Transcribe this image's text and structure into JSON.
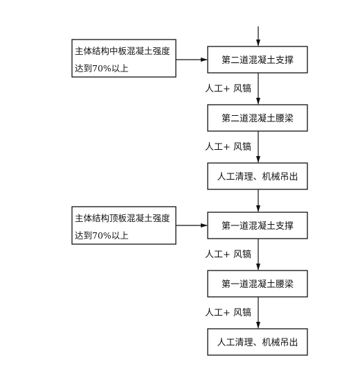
{
  "flowchart": {
    "steps": [
      "第二道混凝土支撑",
      "第二道混凝土腰梁",
      "人工清理、机械吊出",
      "第一道混凝土支撑",
      "第一道混凝土腰梁",
      "人工清理、机械吊出"
    ],
    "connector_labels": [
      "人工+ 风镐",
      "人工+ 风镐",
      "人工+ 风镐",
      "人工+ 风镐"
    ],
    "conditions": [
      {
        "line1": "主体结构中板混凝土强度",
        "line2": "达到70%以上"
      },
      {
        "line1": "主体结构顶板混凝土强度",
        "line2": "达到70%以上"
      }
    ]
  }
}
